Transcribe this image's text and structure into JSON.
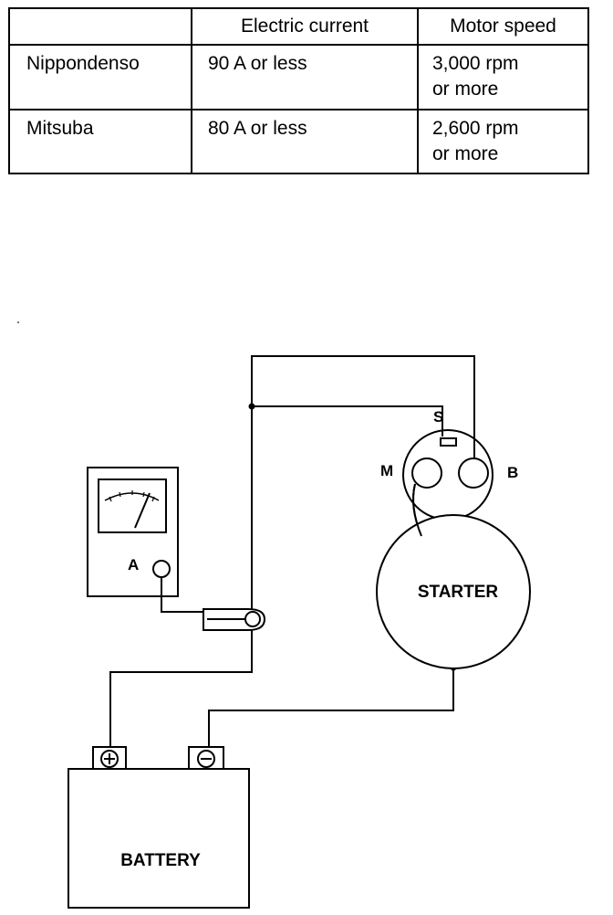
{
  "table": {
    "headers": [
      "",
      "Electric current",
      "Motor speed"
    ],
    "rows": [
      {
        "maker": "Nippondenso",
        "current": "90 A or less",
        "speed_line1": "3,000 rpm",
        "speed_line2": "or more"
      },
      {
        "maker": "Mitsuba",
        "current": "80 A or less",
        "speed_line1": "2,600 rpm",
        "speed_line2": "or more"
      }
    ]
  },
  "diagram": {
    "ammeter_label": "A",
    "starter_label": "STARTER",
    "battery_label": "BATTERY",
    "terminal_s": "S",
    "terminal_m": "M",
    "terminal_b": "B"
  }
}
